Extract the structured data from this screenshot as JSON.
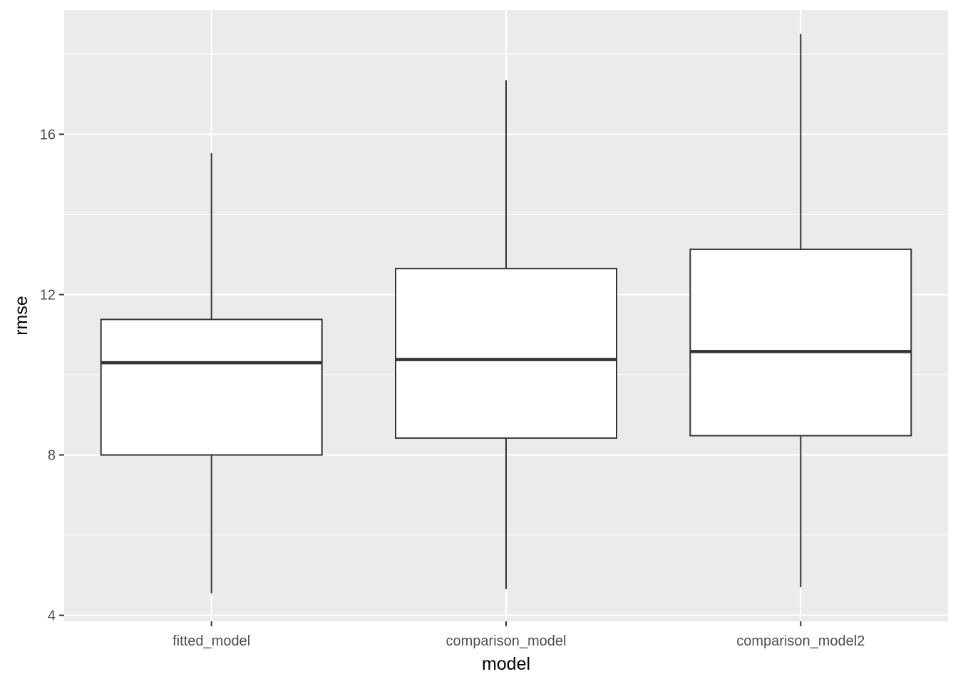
{
  "chart_data": {
    "type": "box",
    "title": "",
    "xlabel": "model",
    "ylabel": "rmse",
    "ylim": [
      3.85,
      19.1
    ],
    "yticks": [
      4,
      8,
      12,
      16
    ],
    "yticks_minor": [
      6,
      10,
      14,
      18
    ],
    "grid": true,
    "categories": [
      "fitted_model",
      "comparison_model",
      "comparison_model2"
    ],
    "boxes": [
      {
        "category": "fitted_model",
        "min": 4.55,
        "q1": 8.0,
        "median": 10.3,
        "q3": 11.38,
        "max": 15.53
      },
      {
        "category": "comparison_model",
        "min": 4.65,
        "q1": 8.42,
        "median": 10.38,
        "q3": 12.65,
        "max": 17.35
      },
      {
        "category": "comparison_model2",
        "min": 4.7,
        "q1": 8.48,
        "median": 10.58,
        "q3": 13.13,
        "max": 18.5
      }
    ],
    "colors": {
      "panel": "#ebebeb",
      "grid": "#ffffff",
      "box_fill": "#ffffff",
      "box_line": "#333333",
      "tick": "#333333"
    }
  }
}
